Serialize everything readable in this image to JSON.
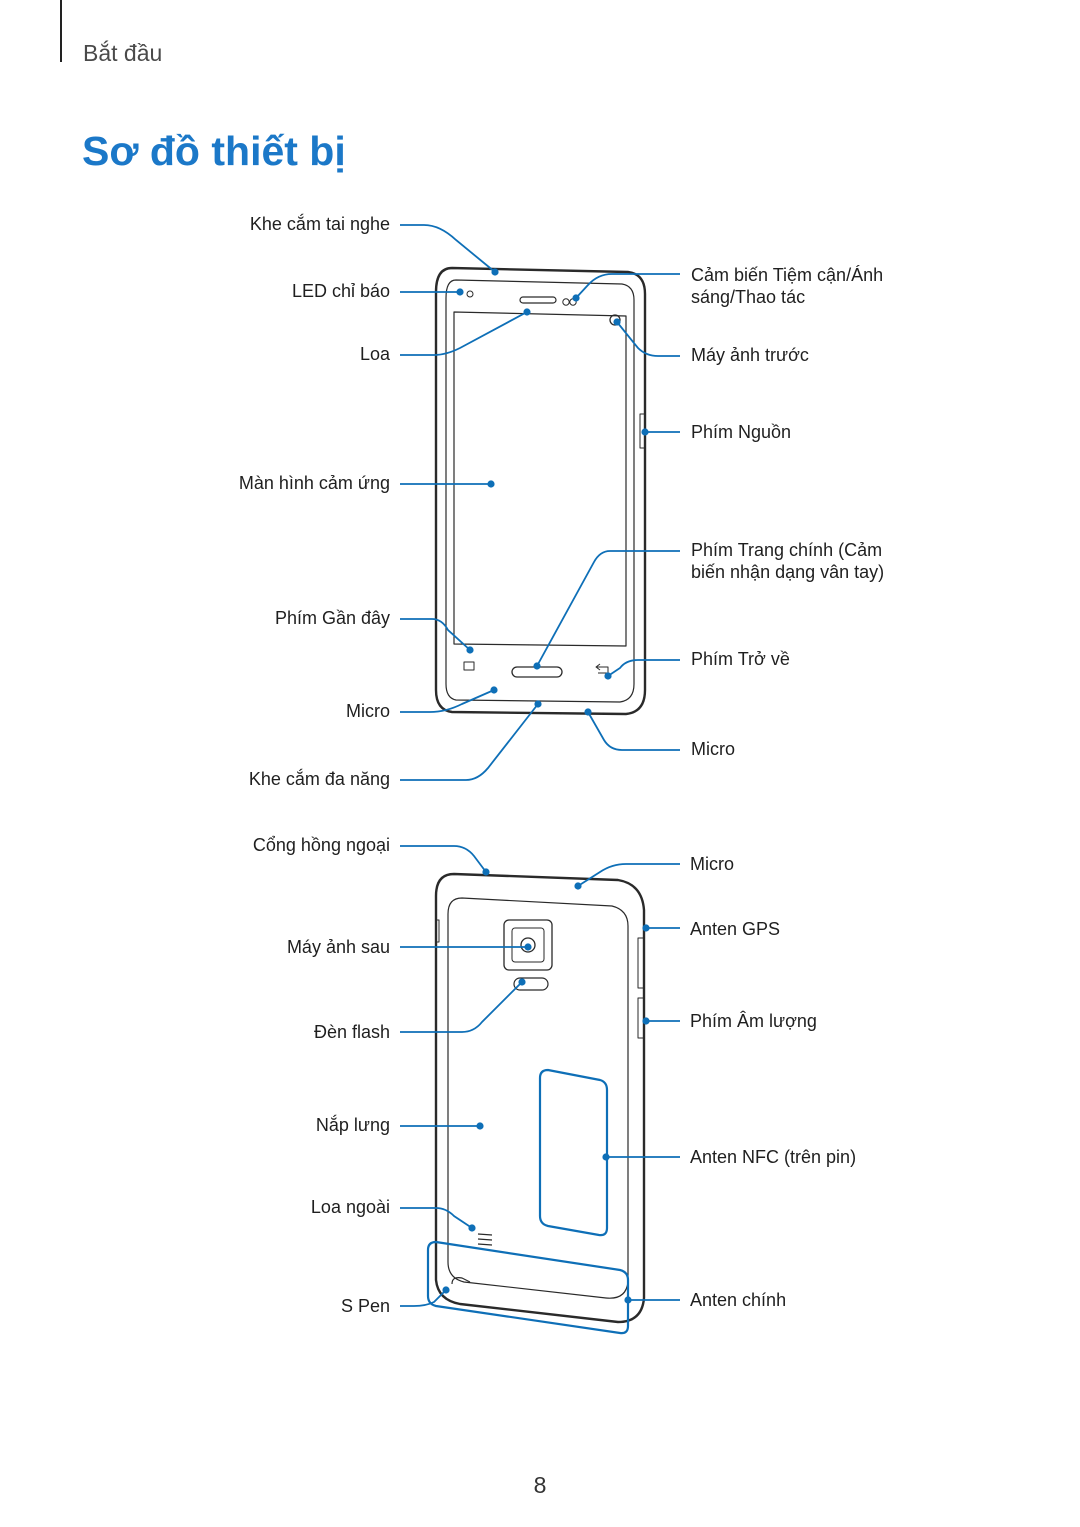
{
  "header": {
    "section": "Bắt đầu"
  },
  "page": {
    "title": "Sơ đồ thiết bị",
    "number": "8"
  },
  "front": {
    "left": [
      "Khe cắm tai nghe",
      "LED chỉ báo",
      "Loa",
      "Màn hình cảm ứng",
      "Phím Gần đây",
      "Micro",
      "Khe cắm đa năng"
    ],
    "right": [
      [
        "Cảm biến Tiệm cận/Ánh",
        "sáng/Thao tác"
      ],
      [
        "Máy ảnh trước"
      ],
      [
        "Phím Nguồn"
      ],
      [
        "Phím Trang chính (Cảm",
        "biến nhận dạng vân tay)"
      ],
      [
        "Phím Trở về"
      ],
      [
        "Micro"
      ]
    ]
  },
  "back": {
    "left": [
      "Cổng hồng ngoại",
      "Máy ảnh sau",
      "Đèn flash",
      "Nắp lưng",
      "Loa ngoài",
      "S Pen"
    ],
    "right": [
      "Micro",
      "Anten GPS",
      "Phím Âm lượng",
      "Anten NFC (trên pin)",
      "Anten chính"
    ]
  },
  "colors": {
    "accent": "#1b78c8",
    "callout": "#0e6fb7",
    "outline": "#2a2a2a"
  }
}
